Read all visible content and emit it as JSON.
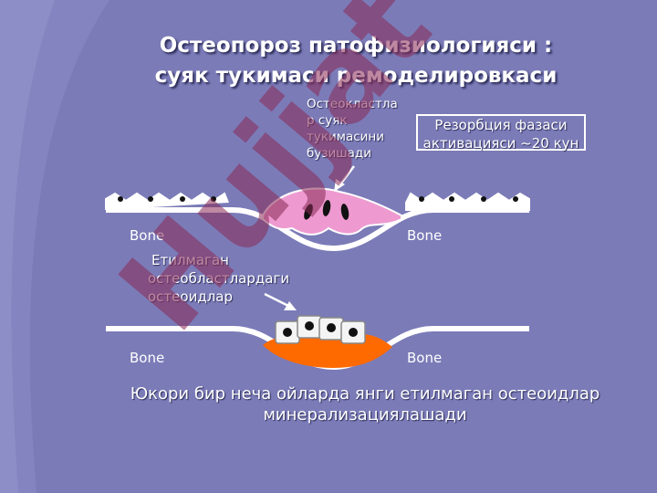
{
  "title": {
    "line1": "Остеопороз патофизиологияси :",
    "line2": "суяк тукимаси ремоделировкаси"
  },
  "osteoclast_label": [
    "Остеокластла",
    "р суяк",
    "тукимасини",
    "бузишади"
  ],
  "phase_box": {
    "line1": "Резорбция фазаси",
    "line2": "активацияси ~20 кун"
  },
  "bone_label": "Bone",
  "osteoid_label": [
    "Етилмаган",
    "остеобластлардаги",
    "остеоидлар"
  ],
  "conclusion": {
    "line1": "Юкори бир неча ойларда янги етилмаган остеоидлар",
    "line2": "минерализациялашади"
  },
  "watermark": "Hujjat",
  "colors": {
    "background": "#7b7bb8",
    "osteoclast": "#ee9ad0",
    "osteoid": "#ff6a00",
    "bone_surface": "#ffffff",
    "watermark": "#8a2a55"
  }
}
